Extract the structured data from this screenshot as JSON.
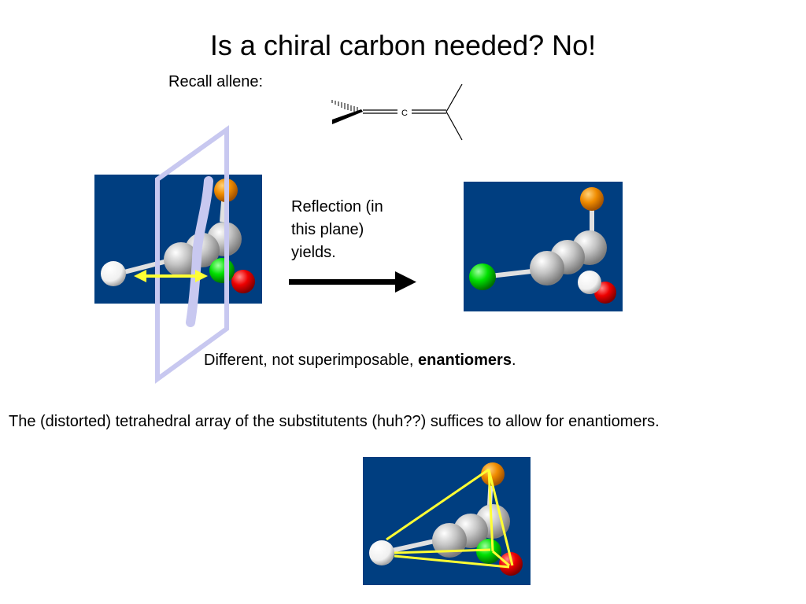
{
  "slide": {
    "title": "Is a chiral carbon needed?  No!",
    "recall_label": "Recall allene:",
    "allene_atom_label": "C",
    "reflection_line1": "Reflection (in",
    "reflection_line2": "this plane)",
    "reflection_line3": "yields.",
    "different_prefix": "Different, not superimposable, ",
    "different_bold": "enantiomers",
    "different_suffix": ".",
    "paragraph": "The (distorted) tetrahedral array of the substitutents (huh??) suffices to allow for enantiomers."
  },
  "colors": {
    "panel_bg": "#003e80",
    "plane": "#c8c8f0",
    "arrow_yellow": "#ffff33",
    "orange_atom": "#f08c00",
    "green_atom": "#00e000",
    "red_atom": "#ee0000",
    "grey_atom": "#bfbfbf",
    "white_atom": "#ffffff"
  }
}
